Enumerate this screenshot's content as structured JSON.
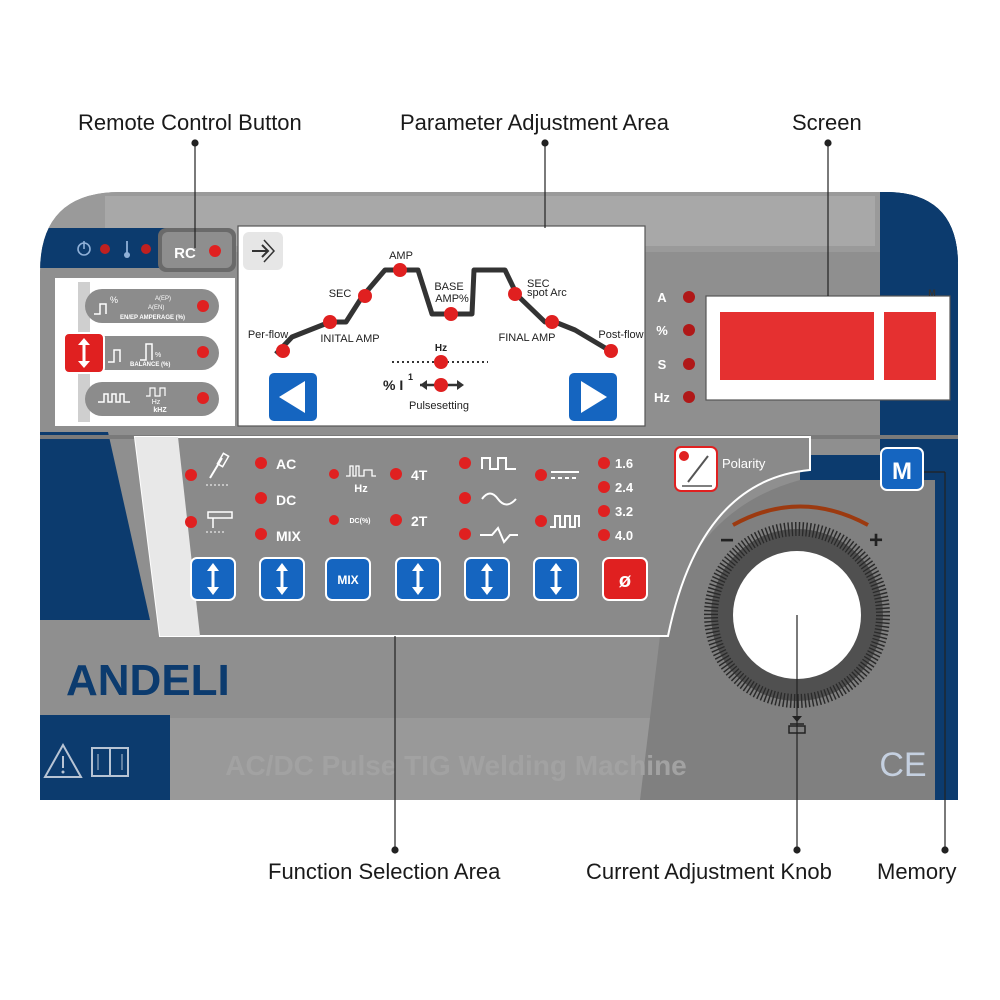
{
  "callouts": {
    "remote_control_button": "Remote Control Button",
    "parameter_adjustment_area": "Parameter Adjustment Area",
    "screen": "Screen",
    "function_selection_area": "Function Selection Area",
    "current_adjustment_knob": "Current Adjustment Knob",
    "memory": "Memory"
  },
  "panel": {
    "brand": "ANDELI",
    "model": "AC/DC Pulse TIG Welding Machine",
    "ce_mark": "CE",
    "rc_label": "RC",
    "memory_label": "M",
    "polarity_label": "Polarity",
    "mix_button_label": "MIX",
    "diameter_button_symbol": "ø",
    "knob_minus": "−",
    "knob_plus": "+"
  },
  "left_buttons": {
    "amperage": "EN/EP AMPERAGE (%)",
    "amperage_sub1": "A(EP)",
    "amperage_sub2": "A(EN)",
    "balance": "BALANCE (%)",
    "freq": "kHZ",
    "freq_hz": "Hz",
    "percent": "%"
  },
  "parameter_area": {
    "labels": {
      "amp": "AMP",
      "sec_left": "SEC",
      "base_amp_1": "BASE",
      "base_amp_2": "AMP%",
      "sec_right": "SEC",
      "spot_arc": "spot Arc",
      "per_flow": "Per-flow",
      "initial_amp": "INITAL AMP",
      "final_amp": "FINAL AMP",
      "post_flow": "Post-flow",
      "hz": "Hz",
      "pulse_pct": "% I",
      "pulse_sup": "1",
      "pulsesetting": "Pulsesetting"
    }
  },
  "screen_units": [
    "A",
    "%",
    "S",
    "Hz"
  ],
  "screen_m": "M",
  "function_area": {
    "current_modes": [
      "AC",
      "DC",
      "MIX"
    ],
    "pulse_hz": "Hz",
    "pulse_dc": "DC(%)",
    "trigger_modes": [
      "4T",
      "2T"
    ],
    "diameters": [
      "1.6",
      "2.4",
      "3.2",
      "4.0"
    ]
  },
  "colors": {
    "navy": "#0c3b6e",
    "panel_gray": "#8e8e8e",
    "dark_gray": "#707070",
    "light_gray": "#b0b0b0",
    "blue_button": "#1565c0",
    "red_led": "#e02020",
    "screen_red": "#e53030"
  }
}
